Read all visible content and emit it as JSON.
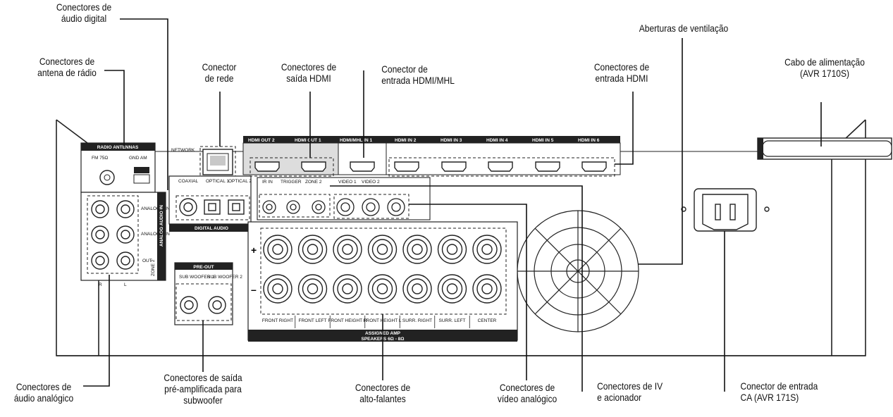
{
  "callouts": {
    "digital_audio": [
      "Conectores de",
      "áudio digital"
    ],
    "radio_antenna": [
      "Conectores de",
      "antena de rádio"
    ],
    "network": [
      "Conector",
      "de rede"
    ],
    "hdmi_out": [
      "Conectores de",
      "saída HDMI"
    ],
    "hdmi_mhl": [
      "Conector de",
      "entrada HDMI/MHL"
    ],
    "hdmi_in": [
      "Conectores de",
      "entrada HDMI"
    ],
    "ventilation": [
      "Aberturas de ventilação"
    ],
    "power_cord": [
      "Cabo de alimentação",
      "(AVR 1710S)"
    ],
    "analog_audio": [
      "Conectores de",
      "áudio analógico"
    ],
    "preout": [
      "Conectores de saída",
      "pré-amplificada para",
      "subwoofer"
    ],
    "speakers": [
      "Conectores de",
      "alto-falantes"
    ],
    "analog_video": [
      "Conectores de",
      "vídeo analógico"
    ],
    "ir_trigger": [
      "Conectores de IV",
      "e acionador"
    ],
    "ac_input": [
      "Conector de entrada",
      "CA (AVR 171S)"
    ]
  },
  "panel": {
    "radio_antennas": "RADIO ANTENNAS",
    "fm": "FM 75Ω",
    "am": "GND AM",
    "network": "NETWORK",
    "coaxial": "COAXIAL",
    "optical1": "OPTICAL 1",
    "optical2": "OPTICAL 2",
    "digital_audio": "DIGITAL AUDIO",
    "analog_audio_in": "ANALOG AUDIO IN",
    "analog1": "ANALOG 1 IN",
    "analog2": "ANALOG 2 IN",
    "zone2": "ZONE 2",
    "out": "OUT",
    "r": "R",
    "l": "L",
    "preout": "PRE-OUT",
    "sub1": "SUB WOOFER 1",
    "sub2": "SUB WOOFER 2",
    "hdmi_out2": "HDMI OUT 2",
    "hdmi_out1": "HDMI OUT 1",
    "hdmi_mhl_in1": "HDMI/MHL IN 1",
    "hdmi_in2": "HDMI IN 2",
    "hdmi_in3": "HDMI IN 3",
    "hdmi_in4": "HDMI IN 4",
    "hdmi_in5": "HDMI IN 5",
    "hdmi_in6": "HDMI IN 6",
    "ir_in": "IR IN",
    "trigger": "TRIGGER",
    "zone2_out": "ZONE 2",
    "video1": "VIDEO 1",
    "video2": "VIDEO 2",
    "speaker_labels": [
      "FRONT RIGHT",
      "FRONT LEFT",
      "FRONT HEIGHT R",
      "FRONT HEIGHT L",
      "SURR. RIGHT",
      "SURR. LEFT",
      "CENTER"
    ],
    "assigned_amp": "ASSIGNED AMP",
    "speakers": "SPEAKERS 6Ω - 8Ω",
    "plus": "+",
    "minus": "–"
  }
}
